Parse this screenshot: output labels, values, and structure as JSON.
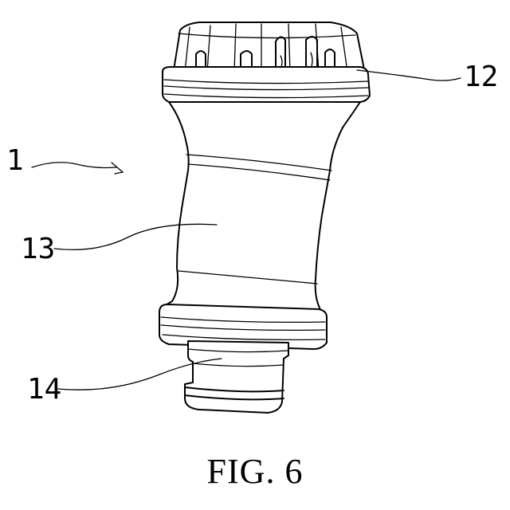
{
  "figure": {
    "caption": "FIG. 6",
    "labels": {
      "assembly": "1",
      "head": "12",
      "body": "13",
      "connector": "14"
    }
  }
}
